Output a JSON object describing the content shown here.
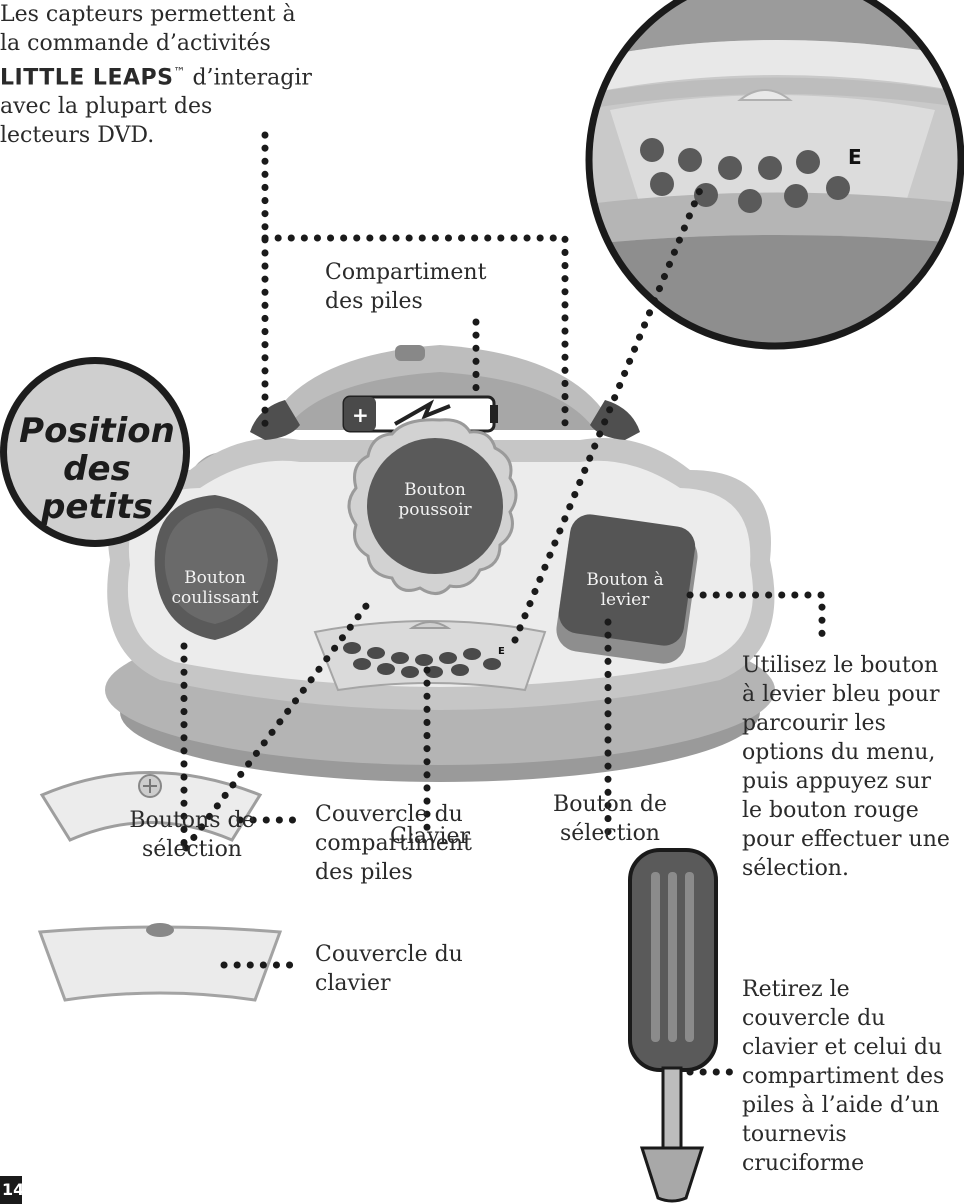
{
  "intro": {
    "line1": "Les capteurs permettent à",
    "line2": "la commande d’activités",
    "brand": "LITTLE LEAPS",
    "tm": "™",
    "line3_rest": " d’interagir",
    "line4": "avec la plupart des",
    "line5": "lecteurs DVD."
  },
  "badge": {
    "line1": "Position",
    "line2": "des petits"
  },
  "labels": {
    "battery_compartment": "Compartiment des piles",
    "push_button": "Bouton poussoir",
    "slide_button": "Bouton coulissant",
    "lever_button": "Bouton à levier",
    "selection_buttons": "Boutons de sélection",
    "keypad": "Clavier",
    "selection_button": "Bouton de sélection",
    "battery_cover": "Couvercle du compartiment des piles",
    "keypad_cover": "Couvercle du clavier",
    "lever_instructions": "Utilisez le bouton à levier bleu pour parcourir les options du menu, puis appuyez sur le bouton rouge pour effectuer une sélection.",
    "screwdriver_instructions": "Retirez le couvercle du clavier et celui du compartiment des piles à l’aide d’un tournevis cruciforme"
  },
  "keypad_letter": "E",
  "page_number": "14"
}
